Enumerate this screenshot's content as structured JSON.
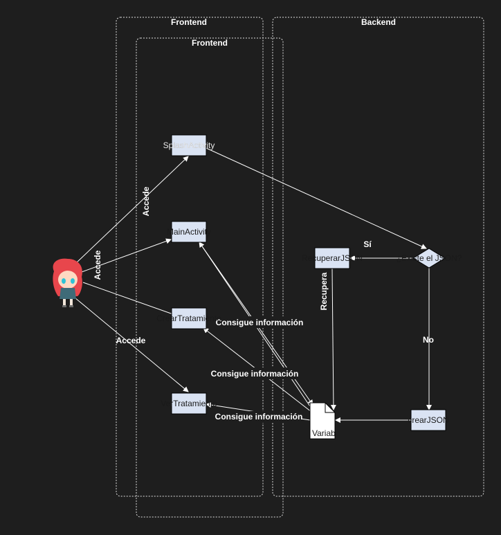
{
  "containers": {
    "frontend_outer": "Frontend",
    "frontend_inner": "Frontend",
    "backend": "Backend"
  },
  "nodes": {
    "splash": "SplashActivity",
    "main": "MainActivity",
    "crear_tratamiento": "CrearTratamiento",
    "ver_tratamiento": "VerTratamiento",
    "recuperar_json": "RecuperarJSON",
    "decision": "¿Existe el JSON?",
    "crear_json": "crearJSON",
    "variable": "Variab"
  },
  "edge_labels": {
    "accede_splash": "Accede",
    "accede_main": "Accede",
    "accede_ver": "Accede",
    "si": "Sí",
    "no": "No",
    "recupera": "Recupera",
    "consigue_main": "Consigue información",
    "consigue_crear": "Consigue información",
    "consigue_ver": "Consigue información"
  },
  "colors": {
    "background": "#1e1e1e",
    "node_fill": "#dae3f3",
    "line": "#ffffff"
  },
  "icons": {
    "actor": "girl-character-icon"
  }
}
